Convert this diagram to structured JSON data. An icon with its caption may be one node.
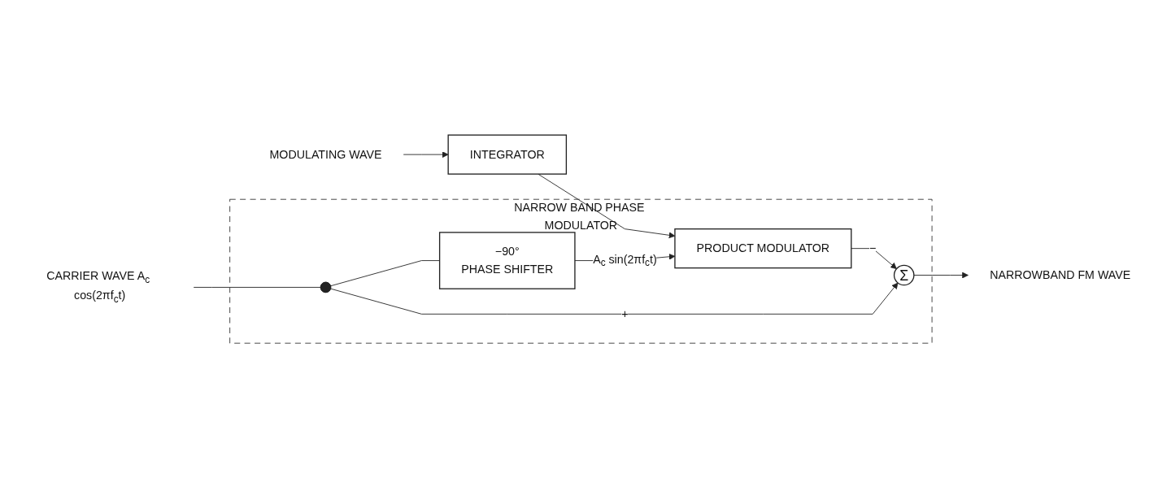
{
  "diagram": {
    "nodes": [
      {
        "text": [
          "NARROW BAND PHASE MODULATOR"
        ]
      },
      {
        "text": [
          "MODULATING WAVE"
        ]
      },
      {
        "text": [
          "INTEGRATOR"
        ]
      },
      {
        "text": [
          "PRODUCT MODULATOR"
        ],
        "in": 0
      },
      {
        "text": [
          "Σ"
        ],
        "in": 0
      },
      {
        "text": [
          "−90°",
          "PHASE SHIFTER"
        ],
        "in": 0
      },
      {
        "text": [
          "NARROWBAND FM WAVE"
        ]
      },
      {
        "text": [
          "CARRIER WAVE A$_{c}$ cos(2πf$_{c}$t)"
        ]
      },
      {
        "text": [],
        "shape": "circle",
        "in": 0
      }
    ],
    "edges": [
      {
        "from": 1,
        "to": 2,
        "arrow": "to"
      },
      {
        "from": 2,
        "to": 3,
        "arrow": "to"
      },
      {
        "from": 3,
        "to": 4,
        "arrow": "to",
        "label": "−"
      },
      {
        "from": 4,
        "to": 6,
        "arrow": "to"
      },
      {
        "from": 7,
        "to": 8,
        "arrow": "none"
      },
      {
        "from": 8,
        "to": 5,
        "arrow": "none"
      },
      {
        "from": 8,
        "to": 4,
        "arrow": "to",
        "label": "+"
      },
      {
        "from": 5,
        "to": 3,
        "arrow": "to",
        "label": "A$_{c}$ sin(2πf$_{c}$t)"
      }
    ]
  }
}
